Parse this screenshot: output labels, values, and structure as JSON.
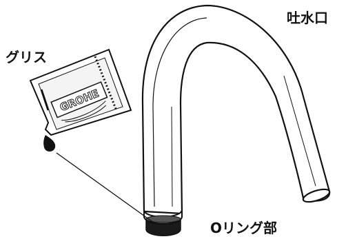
{
  "labels": {
    "spout": "吐水口",
    "grease": "グリス",
    "o_ring": "Oリング部",
    "packet_brand": "GROHE"
  },
  "colors": {
    "stroke": "#111111",
    "background": "#ffffff",
    "o_ring": "#1a1a1a"
  }
}
